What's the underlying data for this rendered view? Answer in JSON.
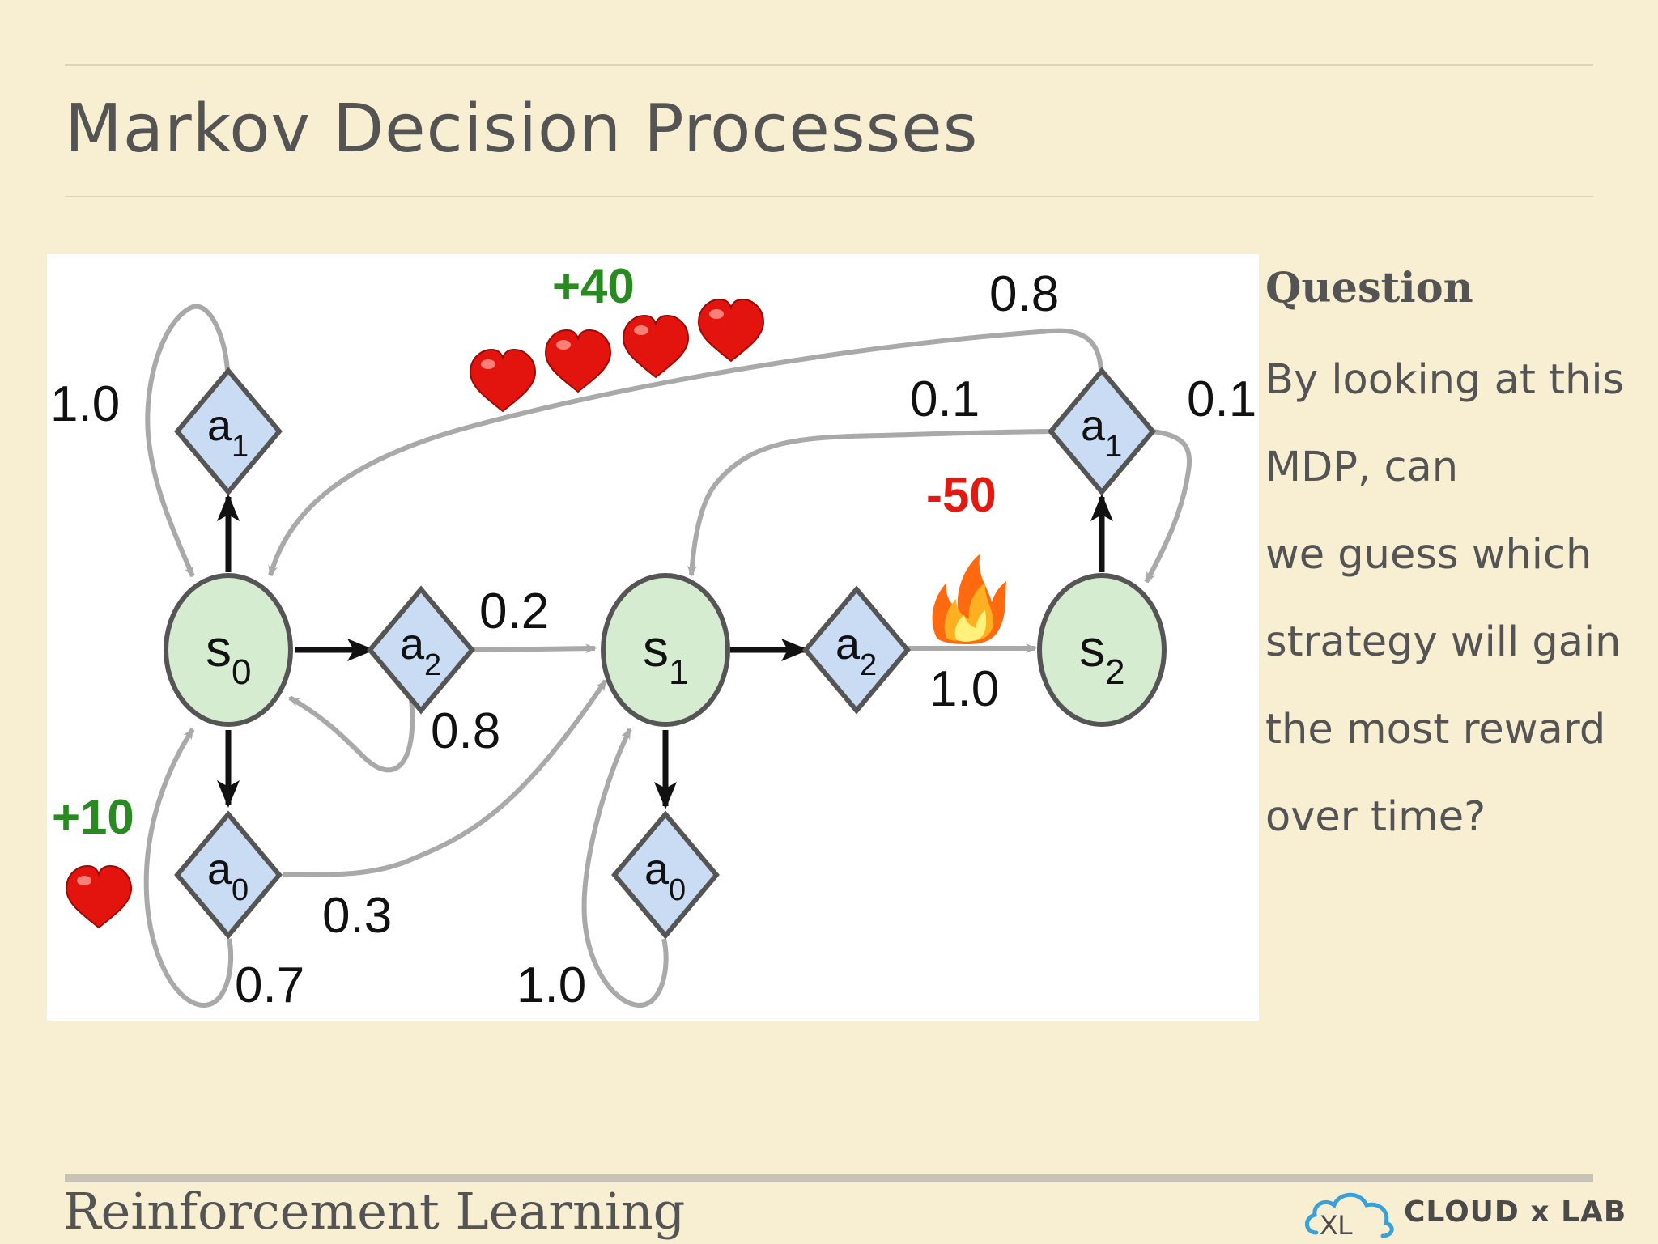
{
  "slide": {
    "title": "Markov Decision Processes",
    "footer": "Reinforcement Learning",
    "logo_text": "CLOUD x LAB"
  },
  "question": {
    "heading": "Question",
    "lines": [
      "By looking at this",
      "MDP, can",
      "we guess which",
      "strategy will gain",
      "the most reward",
      "over time?"
    ]
  },
  "diagram": {
    "states": [
      "s0",
      "s1",
      "s2"
    ],
    "actions": [
      "a1",
      "a2",
      "a0",
      "a2",
      "a0",
      "a1"
    ],
    "probabilities": [
      "1.0",
      "0.2",
      "0.8",
      "0.3",
      "0.7",
      "1.0",
      "1.0",
      "0.8",
      "0.1",
      "0.1"
    ],
    "rewards": [
      "+40",
      "-50",
      "+10"
    ],
    "colors": {
      "state_fill": "#d5ecd0",
      "action_fill": "#c9dcf3",
      "reward_positive": "#2a8a22",
      "reward_negative": "#e01a10",
      "arrow_gray": "#a9a9a9"
    }
  }
}
